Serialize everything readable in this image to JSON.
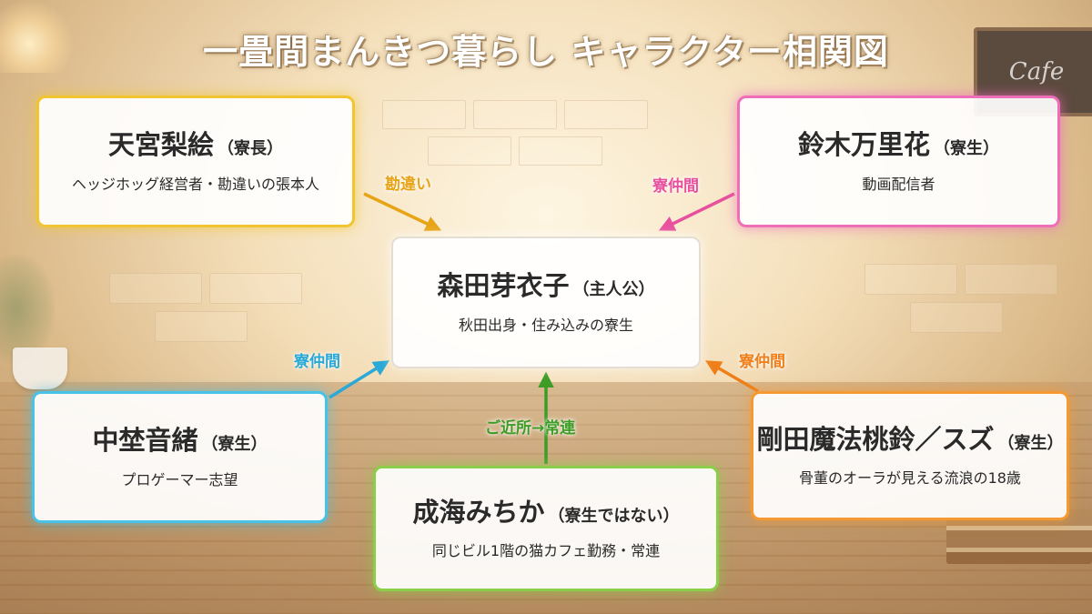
{
  "title": "一畳間まんきつ暮らし キャラクター相関図",
  "decor": {
    "cafe_sign": "Cafe"
  },
  "colors": {
    "yellow": "#f1c532",
    "pink": "#ee6fb8",
    "cyan": "#48c2e6",
    "green": "#8ccd4a",
    "orange": "#f59a33",
    "center_border": "#e3ddd4"
  },
  "characters": {
    "morita": {
      "name": "森田芽衣子",
      "role": "（主人公）",
      "desc": "秋田出身・住み込みの寮生"
    },
    "amamiya": {
      "name": "天宮梨絵",
      "role": "（寮長）",
      "desc": "ヘッジホッグ経営者・勘違いの張本人"
    },
    "suzuki": {
      "name": "鈴木万里花",
      "role": "（寮生）",
      "desc": "動画配信者"
    },
    "nakazato": {
      "name": "中埜音緒",
      "role": "（寮生）",
      "desc": "プロゲーマー志望"
    },
    "narumi": {
      "name": "成海みちか",
      "role": "（寮生ではない）",
      "desc": "同じビル1階の猫カフェ勤務・常連"
    },
    "gouda": {
      "name": "剛田魔法桃鈴／スズ",
      "role": "（寮生）",
      "desc": "骨董のオーラが見える流浪の18歳"
    }
  },
  "relations": {
    "amamiya": "勘違い",
    "suzuki": "寮仲間",
    "nakazato": "寮仲間",
    "gouda": "寮仲間",
    "narumi": "ご近所→常連"
  }
}
